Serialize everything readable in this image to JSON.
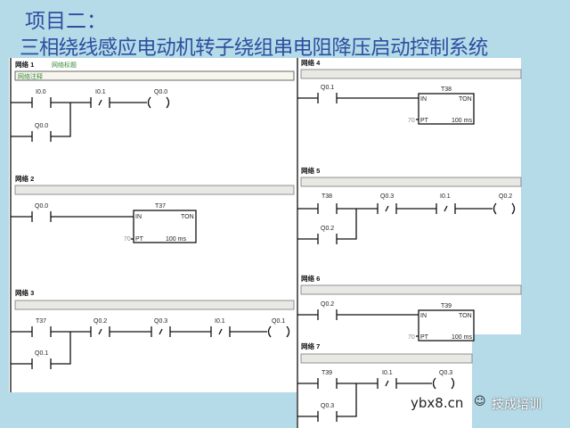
{
  "slide": {
    "title": "项目二：",
    "subtitle": "三相绕线感应电动机转子绕组串电阻降压启动控制系统"
  },
  "networks": [
    {
      "header": "网络 1",
      "title": "网络标题",
      "comment": "网络注释",
      "elements": {
        "c1": "I0.0",
        "c2": "I0.1",
        "coil": "Q0.0",
        "branch": "Q0.0"
      }
    },
    {
      "header": "网络 2",
      "elements": {
        "c1": "Q0.0",
        "timer": "T37",
        "in": "IN",
        "type": "TON",
        "pt_value": "70",
        "pt": "PT",
        "base": "100 ms"
      }
    },
    {
      "header": "网络 3",
      "elements": {
        "c1": "T37",
        "c2": "Q0.2",
        "c3": "Q0.3",
        "c4": "I0.1",
        "coil": "Q0.1",
        "branch": "Q0.1"
      }
    },
    {
      "header": "网络 4",
      "elements": {
        "c1": "Q0.1",
        "timer": "T38",
        "in": "IN",
        "type": "TON",
        "pt_value": "70",
        "pt": "PT",
        "base": "100 ms"
      }
    },
    {
      "header": "网络 5",
      "elements": {
        "c1": "T38",
        "c2": "Q0.3",
        "c3": "I0.1",
        "coil": "Q0.2",
        "branch": "Q0.2"
      }
    },
    {
      "header": "网络 6",
      "elements": {
        "c1": "Q0.2",
        "timer": "T39",
        "in": "IN",
        "type": "TON",
        "pt_value": "70",
        "pt": "PT",
        "base": "100 ms"
      }
    },
    {
      "header": "网络 7",
      "elements": {
        "c1": "T39",
        "c2": "I0.1",
        "coil": "Q0.3",
        "branch": "Q0.3"
      }
    }
  ],
  "watermark": {
    "site": "ybx8.cn",
    "brand": "技成培训"
  },
  "colors": {
    "background": "#b5dbe9",
    "title": "#2d4f9e",
    "panel": "#ffffff",
    "title_green": "#3a8a3a"
  }
}
